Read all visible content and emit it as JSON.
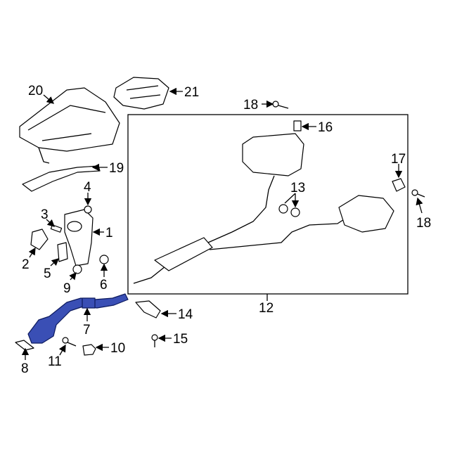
{
  "diagram": {
    "highlight_color": "#3a4fb5",
    "callouts": [
      {
        "label": "20"
      },
      {
        "label": "21"
      },
      {
        "label": "18"
      },
      {
        "label": "16"
      },
      {
        "label": "19"
      },
      {
        "label": "17"
      },
      {
        "label": "4"
      },
      {
        "label": "13"
      },
      {
        "label": "3"
      },
      {
        "label": "1"
      },
      {
        "label": "18"
      },
      {
        "label": "2"
      },
      {
        "label": "5"
      },
      {
        "label": "9"
      },
      {
        "label": "6"
      },
      {
        "label": "12"
      },
      {
        "label": "14"
      },
      {
        "label": "7"
      },
      {
        "label": "15"
      },
      {
        "label": "10"
      },
      {
        "label": "11"
      },
      {
        "label": "8"
      }
    ]
  }
}
